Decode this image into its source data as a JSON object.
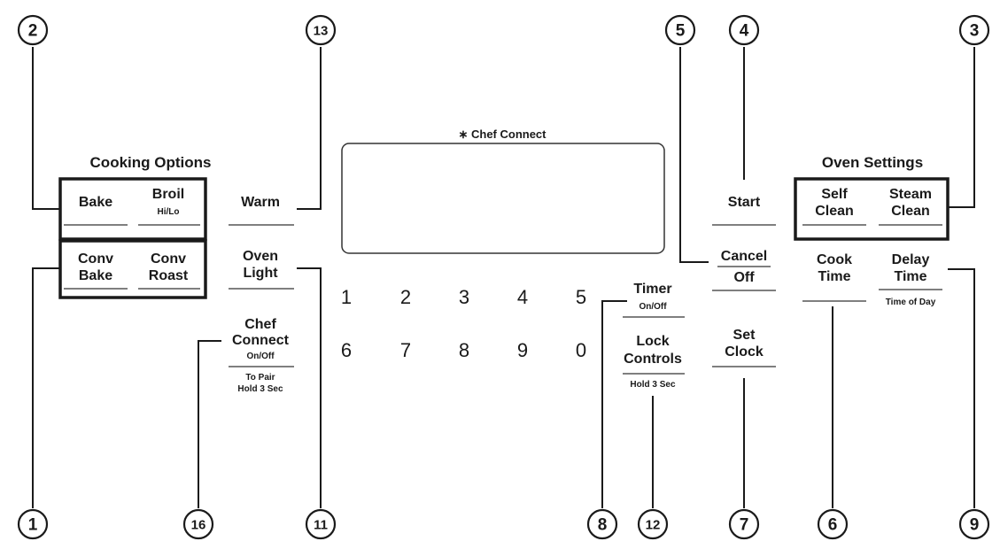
{
  "display": {
    "title": "∗ Chef Connect"
  },
  "cooking_options": {
    "title": "Cooking Options",
    "bake": "Bake",
    "broil": "Broil",
    "broil_sub": "Hi/Lo",
    "conv_bake_1": "Conv",
    "conv_bake_2": "Bake",
    "conv_roast_1": "Conv",
    "conv_roast_2": "Roast"
  },
  "left_column": {
    "warm": "Warm",
    "oven_light_1": "Oven",
    "oven_light_2": "Light",
    "chef_connect_1": "Chef",
    "chef_connect_2": "Connect",
    "chef_connect_sub": "On/Off",
    "chef_connect_hint_1": "To Pair",
    "chef_connect_hint_2": "Hold 3 Sec"
  },
  "keypad": {
    "digits": [
      "1",
      "2",
      "3",
      "4",
      "5",
      "6",
      "7",
      "8",
      "9",
      "0"
    ]
  },
  "right_column": {
    "timer": "Timer",
    "timer_sub": "On/Off",
    "lock_1": "Lock",
    "lock_2": "Controls",
    "lock_sub": "Hold 3 Sec",
    "start": "Start",
    "cancel": "Cancel",
    "off": "Off",
    "set_clock_1": "Set",
    "set_clock_2": "Clock"
  },
  "oven_settings": {
    "title": "Oven Settings",
    "self_clean_1": "Self",
    "self_clean_2": "Clean",
    "steam_clean_1": "Steam",
    "steam_clean_2": "Clean",
    "cook_time_1": "Cook",
    "cook_time_2": "Time",
    "delay_time_1": "Delay",
    "delay_time_2": "Time",
    "delay_time_sub": "Time of Day"
  },
  "callouts": [
    "2",
    "13",
    "5",
    "4",
    "3",
    "1",
    "16",
    "11",
    "8",
    "12",
    "7",
    "6",
    "9"
  ]
}
